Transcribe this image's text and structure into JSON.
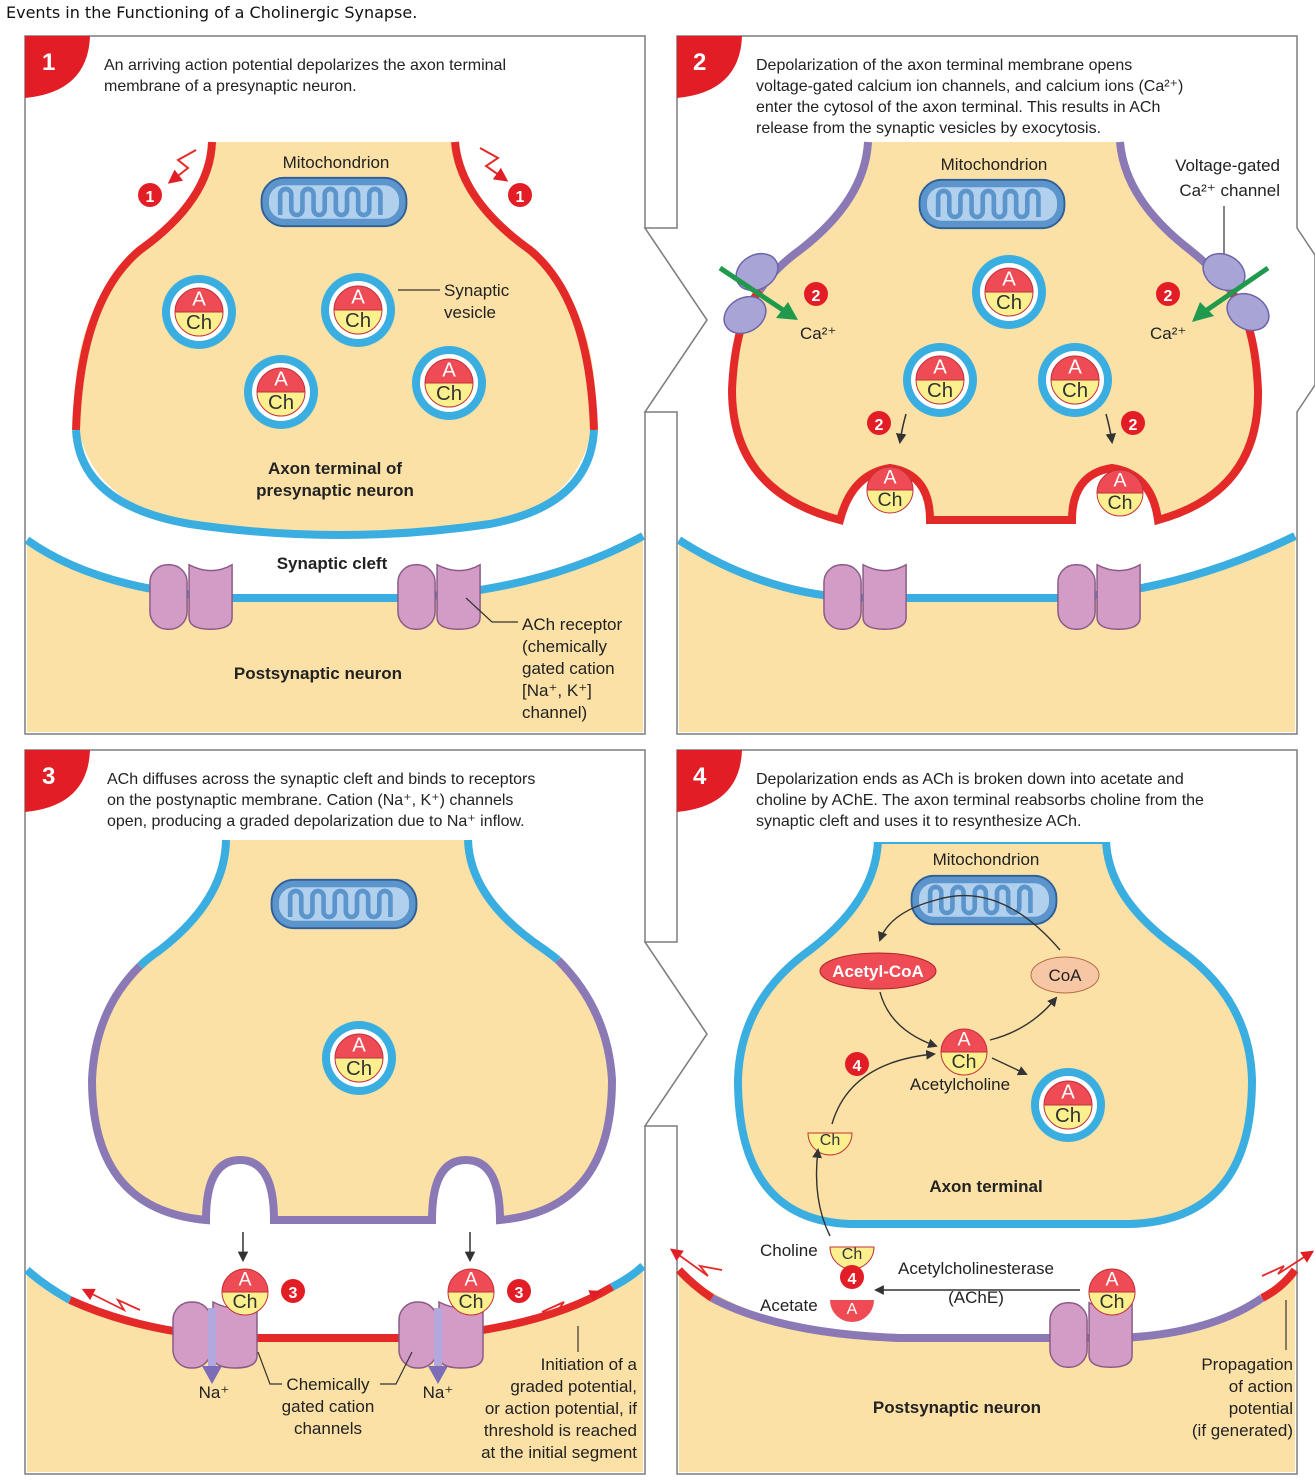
{
  "title": "Events in the Functioning of a Cholinergic Synapse.",
  "vesicle_text": {
    "a": "A",
    "ch": "Ch"
  },
  "colors": {
    "cytoplasm": "#fbe1a6",
    "membrane_blue": "#3aaee0",
    "membrane_red": "#e42a29",
    "membrane_purple": "#8b79b6",
    "receptor": "#d29cc7",
    "channel": "#a9a4d6",
    "mito_fill": "#5c95cc",
    "mito_inner": "#b0d0ee",
    "ach_red": "#ee4b55",
    "ch_yellow": "#fbf08d",
    "green_arrow": "#1f9a4c",
    "badge": "#e21d25"
  },
  "panels": [
    {
      "number": "1",
      "caption": [
        "An arriving action potential depolarizes the axon terminal",
        "membrane of a presynaptic neuron."
      ],
      "mitochondrion": "Mitochondrion",
      "synaptic_vesicle": [
        "Synaptic",
        "vesicle"
      ],
      "axon_terminal": [
        "Axon terminal of",
        "presynaptic neuron"
      ],
      "synaptic_cleft": "Synaptic cleft",
      "postsynaptic": "Postsynaptic neuron",
      "receptor": [
        "ACh receptor",
        "(chemically",
        "gated cation",
        "[Na⁺, K⁺]",
        "channel)"
      ],
      "step": "1"
    },
    {
      "number": "2",
      "caption": [
        "Depolarization of the axon terminal membrane opens",
        "voltage-gated calcium ion channels, and calcium ions (Ca²⁺)",
        "enter the cytosol of the axon terminal. This results in ACh",
        "release from the synaptic vesicles by exocytosis."
      ],
      "mitochondrion": "Mitochondrion",
      "ca_channel": [
        "Voltage-gated",
        "Ca²⁺ channel"
      ],
      "ca_ion": "Ca²⁺",
      "step": "2"
    },
    {
      "number": "3",
      "caption": [
        "ACh diffuses across the synaptic cleft and binds to receptors",
        "on the postynaptic membrane. Cation (Na⁺, K⁺) channels",
        "open, producing a graded depolarization due to Na⁺ inflow."
      ],
      "na_ion": "Na⁺",
      "channels": [
        "Chemically",
        "gated cation",
        "channels"
      ],
      "initiation": [
        "Initiation of a",
        "graded potential,",
        "or action potential, if",
        "threshold is reached",
        "at the initial segment"
      ],
      "step": "3"
    },
    {
      "number": "4",
      "caption": [
        "Depolarization ends as ACh is broken down into acetate and",
        "choline by AChE. The axon terminal reabsorbs choline from the",
        "synaptic cleft and uses it to resynthesize ACh."
      ],
      "mitochondrion": "Mitochondrion",
      "acetyl_coa": "Acetyl-CoA",
      "coa": "CoA",
      "acetylcholine": "Acetylcholine",
      "axon_terminal": "Axon terminal",
      "choline": "Choline",
      "acetate": "Acetate",
      "enzyme": [
        "Acetylcholinesterase",
        "(AChE)"
      ],
      "postsynaptic": "Postsynaptic neuron",
      "propagation": [
        "Propagation",
        "of action",
        "potential",
        "(if generated)"
      ],
      "step": "4"
    }
  ]
}
